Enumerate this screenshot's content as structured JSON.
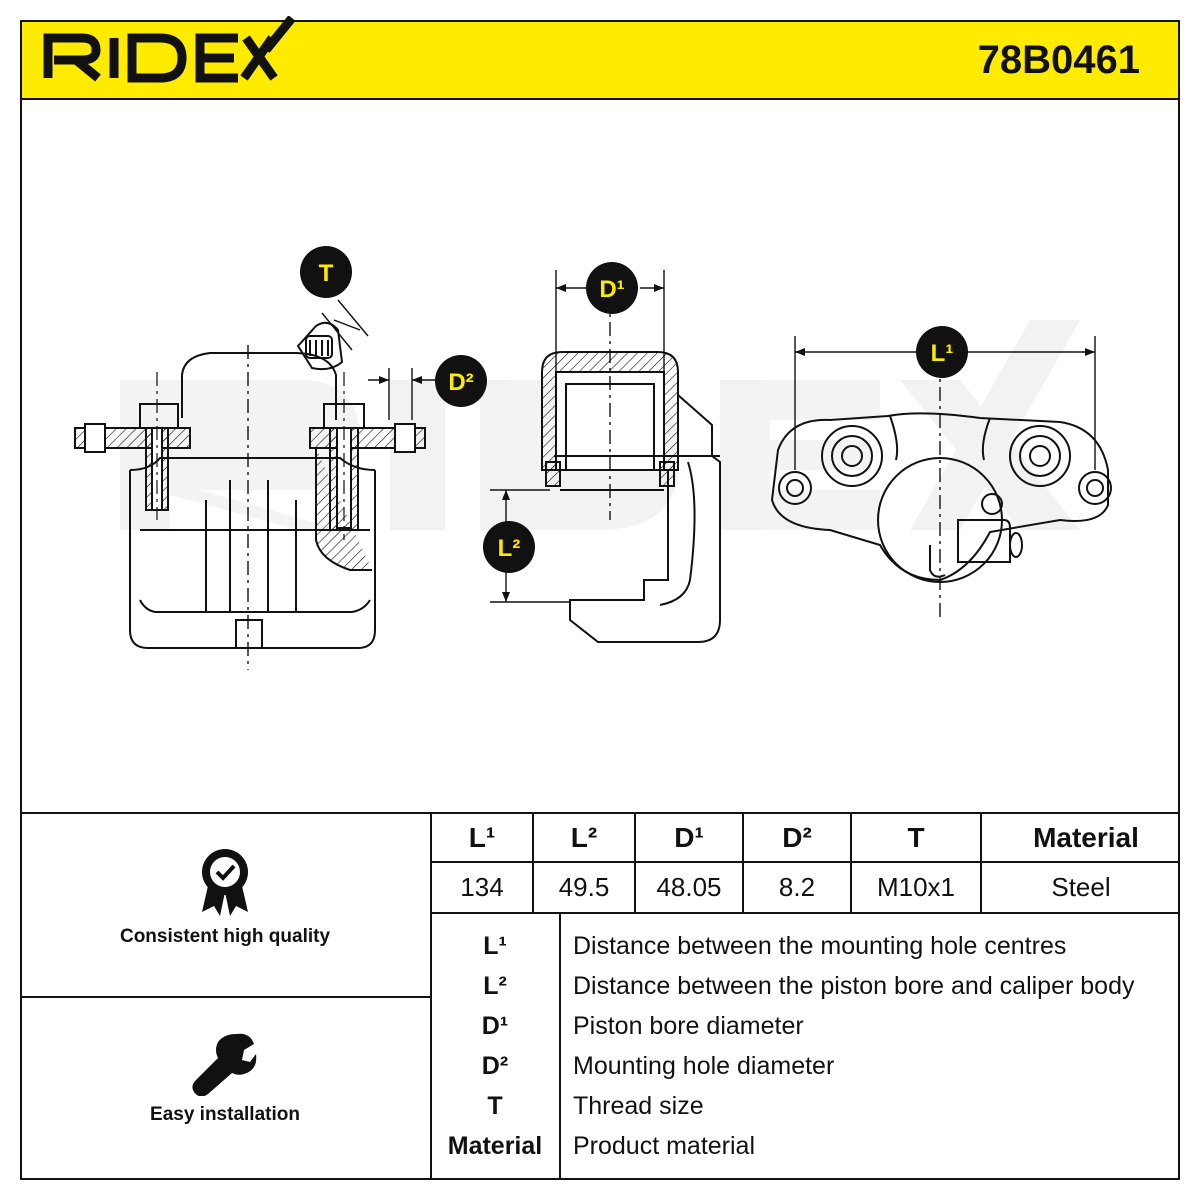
{
  "header": {
    "brand": "RIDEX",
    "part_number": "78B0461",
    "colors": {
      "header_bg": "#ffeb00",
      "ink": "#111111"
    }
  },
  "drawing": {
    "dimension_labels": {
      "T": "T",
      "D2": "D²",
      "D1": "D¹",
      "L2": "L²",
      "L1": "L¹"
    },
    "watermark": "RIDEX"
  },
  "features": [
    {
      "label": "Consistent high quality",
      "icon": "quality-badge-icon"
    },
    {
      "label": "Easy installation",
      "icon": "wrench-icon"
    }
  ],
  "specs": {
    "headers": [
      "L¹",
      "L²",
      "D¹",
      "D²",
      "T",
      "Material"
    ],
    "values": [
      "134",
      "49.5",
      "48.05",
      "8.2",
      "M10x1",
      "Steel"
    ]
  },
  "legend": [
    {
      "key": "L¹",
      "desc": "Distance between the mounting hole centres"
    },
    {
      "key": "L²",
      "desc": "Distance between the piston bore and caliper body"
    },
    {
      "key": "D¹",
      "desc": "Piston bore diameter"
    },
    {
      "key": "D²",
      "desc": "Mounting hole diameter"
    },
    {
      "key": "T",
      "desc": "Thread size"
    },
    {
      "key": "Material",
      "desc": "Product material"
    }
  ]
}
